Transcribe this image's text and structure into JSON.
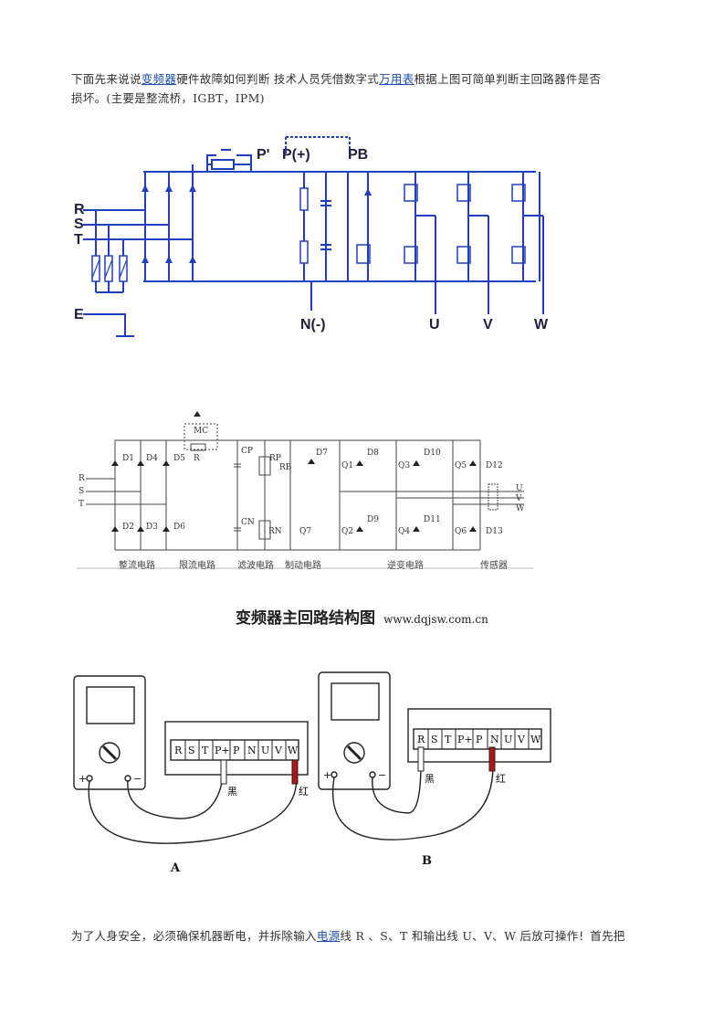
{
  "para1": {
    "t1": "下面先来说说",
    "link1": "变频器",
    "t2": "硬件故障如何判断 技术人员凭借数字式",
    "link2": "万用表",
    "t3": "根据上图可简单判断主回路器件是否",
    "line2": "损坏。(主要是整流桥，IGBT，IPM)"
  },
  "fig1": {
    "labels": {
      "p_prime": "P'",
      "p_plus": "P(+)",
      "pb": "PB",
      "r": "R",
      "s": "S",
      "t": "T",
      "e": "E",
      "n_minus": "N(-)",
      "u": "U",
      "v": "V",
      "w": "W"
    },
    "colors": {
      "bus": "#1f3fbf",
      "background": "#ffffff"
    }
  },
  "fig2": {
    "labels": {
      "mc": "MC",
      "r_res": "R",
      "d1": "D1",
      "d4": "D4",
      "d5": "D5",
      "d2": "D2",
      "d3": "D3",
      "d6": "D6",
      "cp": "CP",
      "cn": "CN",
      "rp": "RP",
      "rn": "RN",
      "rb": "RB",
      "d7": "D7",
      "q7": "Q7",
      "q1": "Q1",
      "q2": "Q2",
      "q3": "Q3",
      "q4": "Q4",
      "q5": "Q5",
      "q6": "Q6",
      "d8": "D8",
      "d9": "D9",
      "d10": "D10",
      "d11": "D11",
      "d12": "D12",
      "d13": "D13",
      "in_r": "R",
      "in_s": "S",
      "in_t": "T",
      "out_u": "U",
      "out_v": "V",
      "out_w": "W"
    },
    "sections": [
      "整流电路",
      "限流电路",
      "滤波电路",
      "制动电路",
      "逆变电路",
      "传感器"
    ]
  },
  "caption": {
    "title": "变频器主回路结构图",
    "url": "www.dqjsw.com.cn"
  },
  "fig3": {
    "meter_plus": "+",
    "meter_minus": "−",
    "terminals": [
      "R",
      "S",
      "T",
      "P+",
      "P",
      "N",
      "U",
      "V",
      "W"
    ],
    "black": "黑",
    "red": "红",
    "label_a": "A",
    "label_b": "B",
    "probe_red_color": "#b01818"
  },
  "para2": {
    "t1": "为了人身安全，必须确保机器断电，并拆除输入",
    "link": "电源",
    "t2": "线 R 、S、T 和输出线 U、V、W 后放可操作！首先把"
  }
}
